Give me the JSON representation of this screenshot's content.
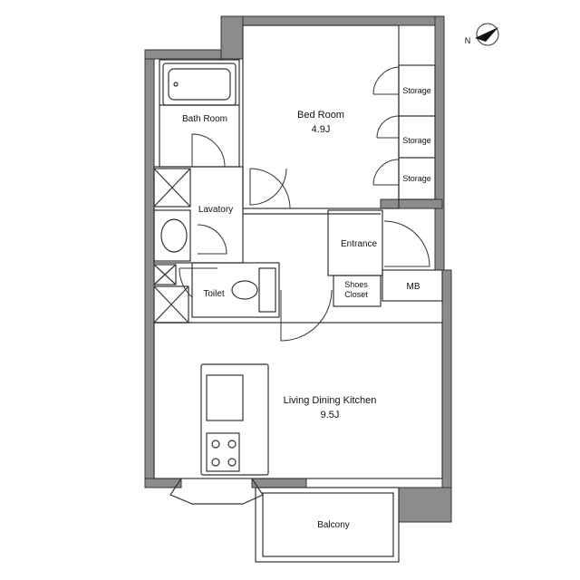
{
  "colors": {
    "wall": "#8c8c8c",
    "line": "#333333",
    "background": "#ffffff"
  },
  "rooms": {
    "bed_room": {
      "name": "Bed Room",
      "size": "4.9J"
    },
    "bath_room": {
      "name": "Bath Room"
    },
    "lavatory": {
      "name": "Lavatory"
    },
    "toilet": {
      "name": "Toilet"
    },
    "entrance": {
      "name": "Entrance"
    },
    "shoes_closet": {
      "name_line1": "Shoes",
      "name_line2": "Closet"
    },
    "mb": {
      "name": "MB"
    },
    "ldk": {
      "name": "Living Dining Kitchen",
      "size": "9.5J"
    },
    "balcony": {
      "name": "Balcony"
    },
    "storage": [
      "Storage",
      "Storage",
      "Storage"
    ]
  },
  "icons": {
    "compass": "north-arrow-icon"
  },
  "compass_label": "N"
}
